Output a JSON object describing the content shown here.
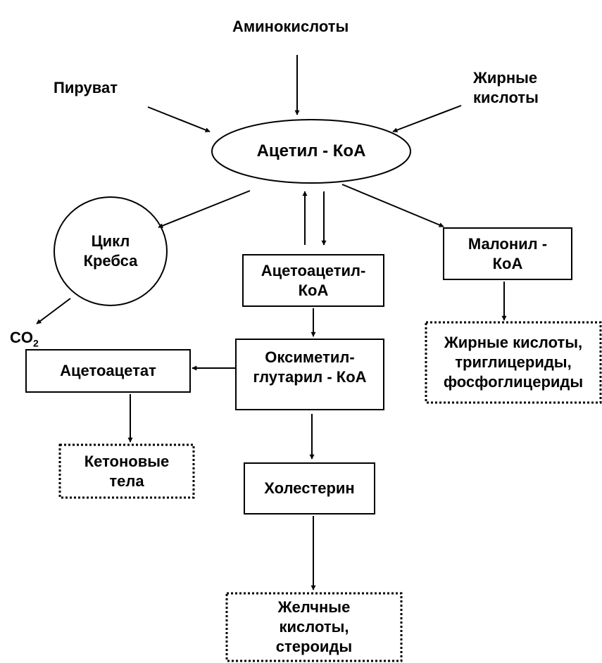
{
  "sources": {
    "amino_acids": "Аминокислоты",
    "pyruvate": "Пируват",
    "fatty_acids": [
      "Жирные",
      "кислоты"
    ]
  },
  "nodes": {
    "acetyl_coa": "Ацетил - КоА",
    "krebs_cycle": [
      "Цикл",
      "Кребса"
    ],
    "co2": {
      "base": "CO",
      "sub": "2"
    },
    "acetoacetyl_coa": [
      "Ацетоацетил-",
      "КоА"
    ],
    "malonyl_coa": [
      "Малонил -",
      "КоА"
    ],
    "hmg_coa": [
      "Оксиметил-",
      "глутарил - КоА"
    ],
    "acetoacetate": "Ацетоацетат",
    "cholesterol": "Холестерин"
  },
  "products": {
    "ketone_bodies": [
      "Кетоновые",
      "тела"
    ],
    "lipids": [
      "Жирные кислоты,",
      "триглицериды,",
      "фосфоглицериды"
    ],
    "bile_acids": [
      "Желчные",
      "кислоты,",
      "стероиды"
    ]
  },
  "colors": {
    "ink": "#000000",
    "background": "#ffffff"
  }
}
